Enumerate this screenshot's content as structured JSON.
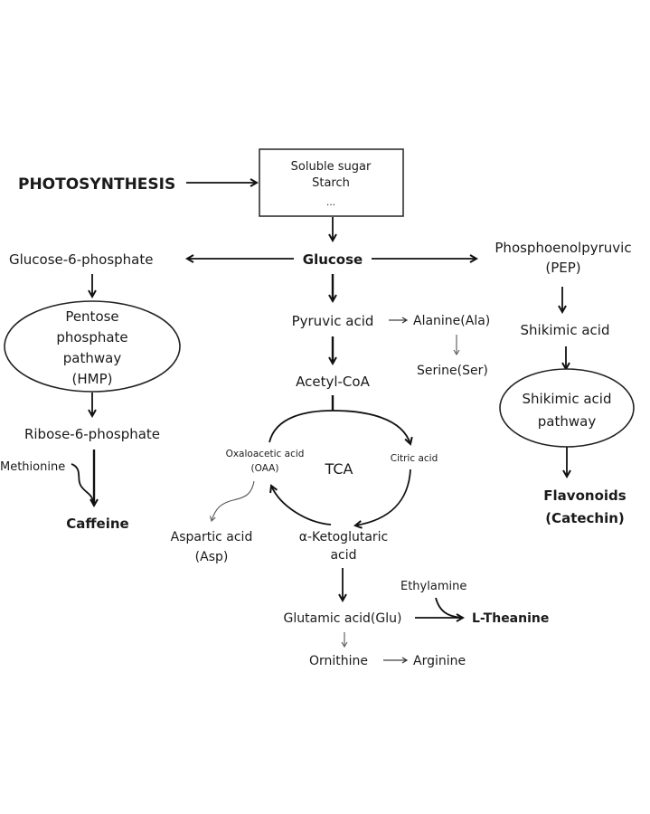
{
  "title": "Tea plant metabolic pathways from photosynthesis",
  "nodes": {
    "photosynthesis": "PHOTOSYNTHESIS",
    "sugar_box": [
      "Soluble sugar",
      "Starch",
      "..."
    ],
    "glucose": "Glucose",
    "g6p": "Glucose-6-phosphate",
    "pep": [
      "Phosphoenolpyruvic",
      "(PEP)"
    ],
    "hmp": [
      "Pentose",
      "phosphate",
      "pathway",
      "(HMP)"
    ],
    "ribose": "Ribose-6-phosphate",
    "methionine": "Methionine",
    "caffeine": "Caffeine",
    "pyruvic": "Pyruvic acid",
    "alanine": "Alanine(Ala)",
    "serine": "Serine(Ser)",
    "acetyl": "Acetyl-CoA",
    "shikimic": "Shikimic acid",
    "shikimic_pathway": [
      "Shikimic acid",
      "pathway"
    ],
    "flavonoids": [
      "Flavonoids",
      "(Catechin)"
    ],
    "oaa": [
      "Oxaloacetic acid",
      "(OAA)"
    ],
    "tca": "TCA",
    "citric": "Citric acid",
    "aspartic": [
      "Aspartic acid",
      "(Asp)"
    ],
    "ketoglutaric": [
      "α-Ketoglutaric",
      "acid"
    ],
    "glutamic": "Glutamic acid(Glu)",
    "ethylamine": "Ethylamine",
    "theanine": "L-Theanine",
    "ornithine": "Ornithine",
    "arginine": "Arginine"
  }
}
